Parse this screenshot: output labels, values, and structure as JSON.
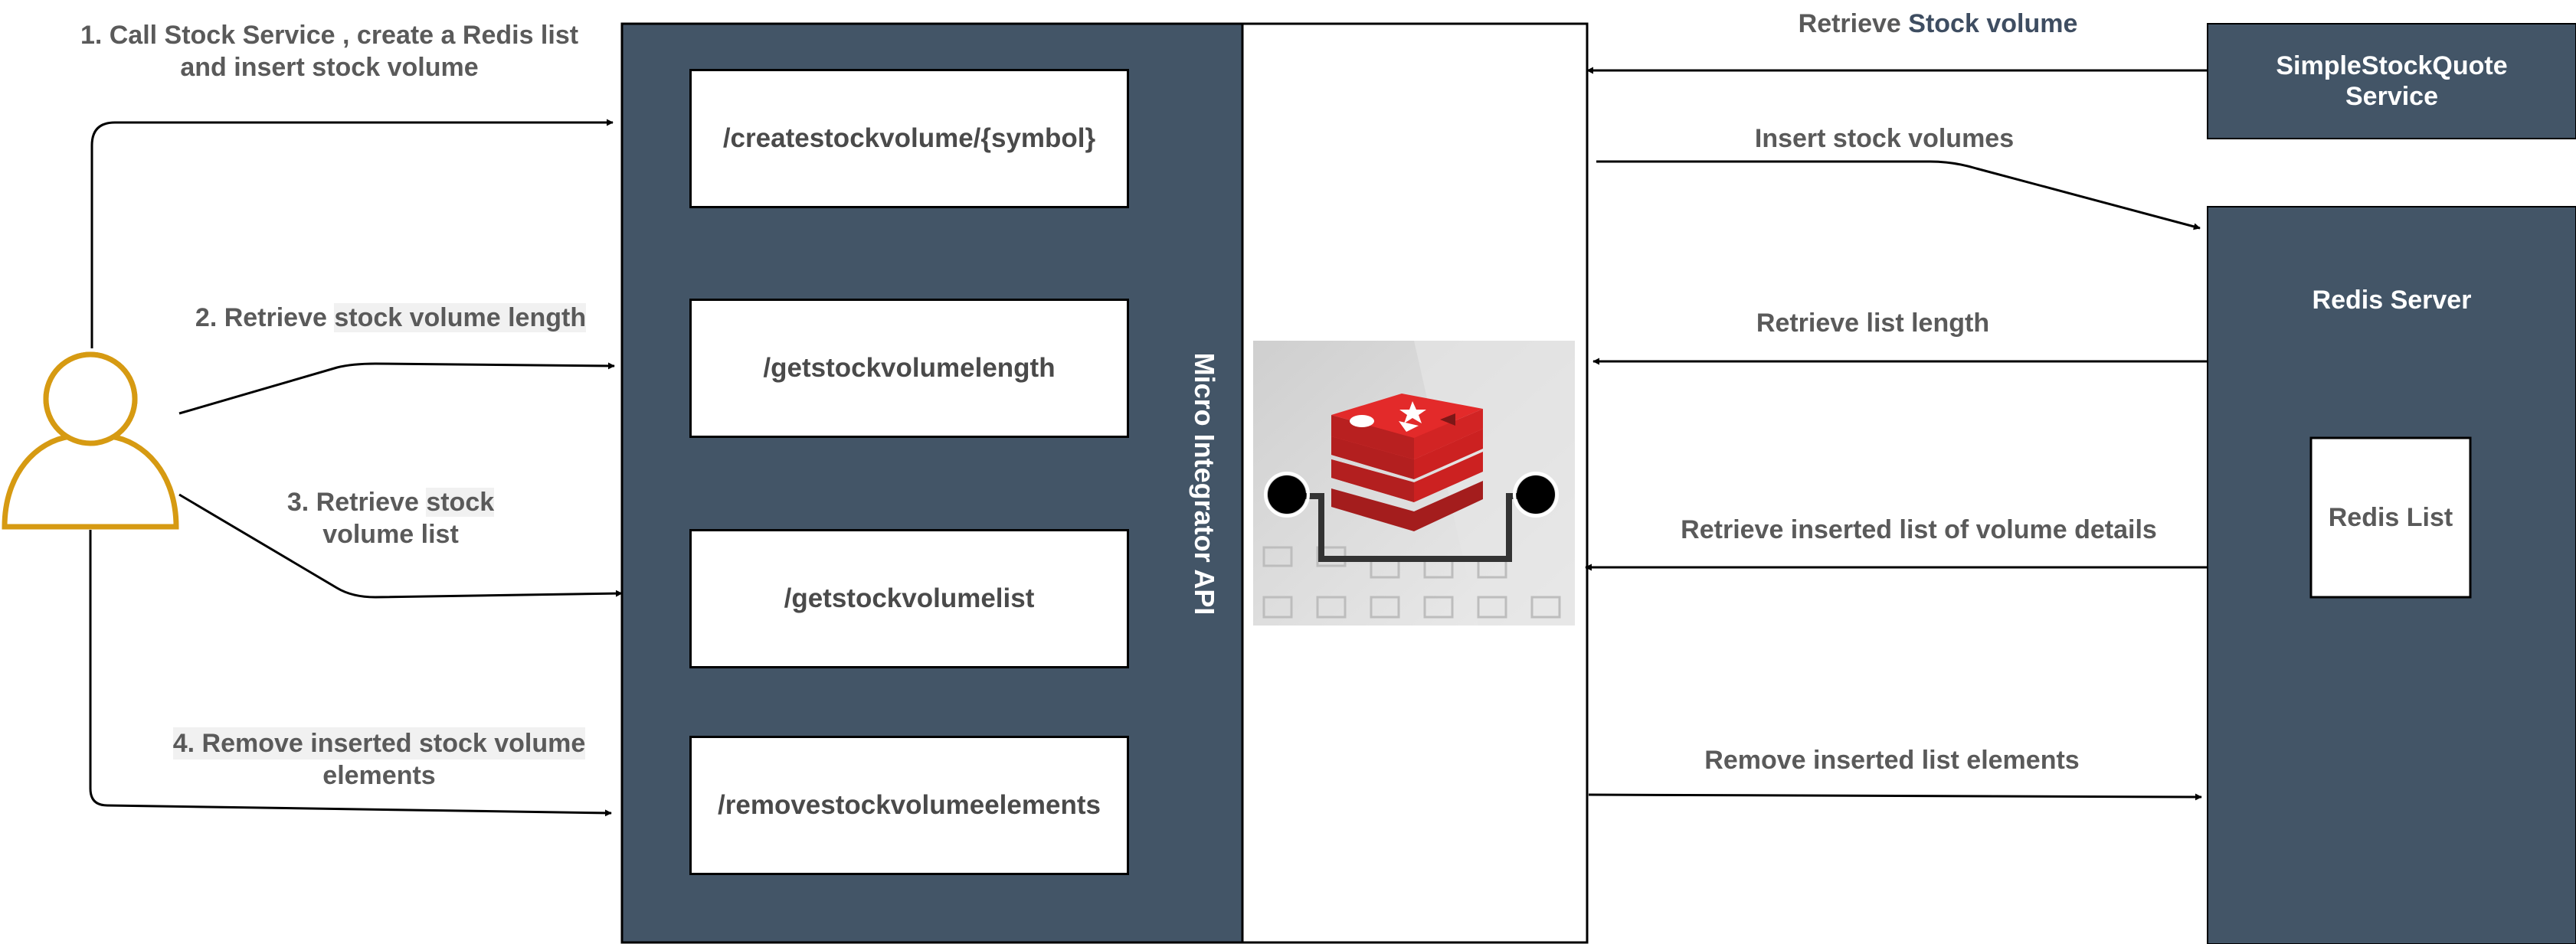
{
  "diagram": {
    "api_panel_label": "Micro Integrator API",
    "endpoints": [
      {
        "path": "/createstockvolume/{symbol}"
      },
      {
        "path": "/getstockvolumelength"
      },
      {
        "path": "/getstockvolumelist"
      },
      {
        "path": "/removestockvolumeelements"
      }
    ],
    "client_steps": {
      "step1_line1": "1. Call Stock Service , create a Redis list",
      "step1_line2": "and insert stock volume",
      "step2_prefix": "2. Retrieve ",
      "step2_highlight": "stock volume length",
      "step3_line1_prefix": "3. Retrieve ",
      "step3_line1_highlight": "stock",
      "step3_line2": "volume list",
      "step4_line1": "4. Remove inserted stock volume",
      "step4_line2": "elements"
    },
    "services": {
      "stock_quote_line1": "SimpleStockQuote",
      "stock_quote_line2": "Service",
      "redis_server": "Redis Server",
      "redis_list": "Redis List"
    },
    "backend_flows": {
      "retrieve_prefix": "Retrieve ",
      "retrieve_highlight": "Stock volume",
      "insert": "Insert stock volumes",
      "list_length": "Retrieve list length",
      "list_details": "Retrieve inserted list of volume details",
      "remove": "Remove inserted list elements"
    },
    "colors": {
      "panel_fill": "#435567",
      "person_stroke": "#d69a12",
      "redis_red": "#dc2727",
      "connector_bg": "#d9d9d9"
    },
    "icons": {
      "user": "user-icon",
      "redis_connector": "redis-connector-icon"
    }
  }
}
